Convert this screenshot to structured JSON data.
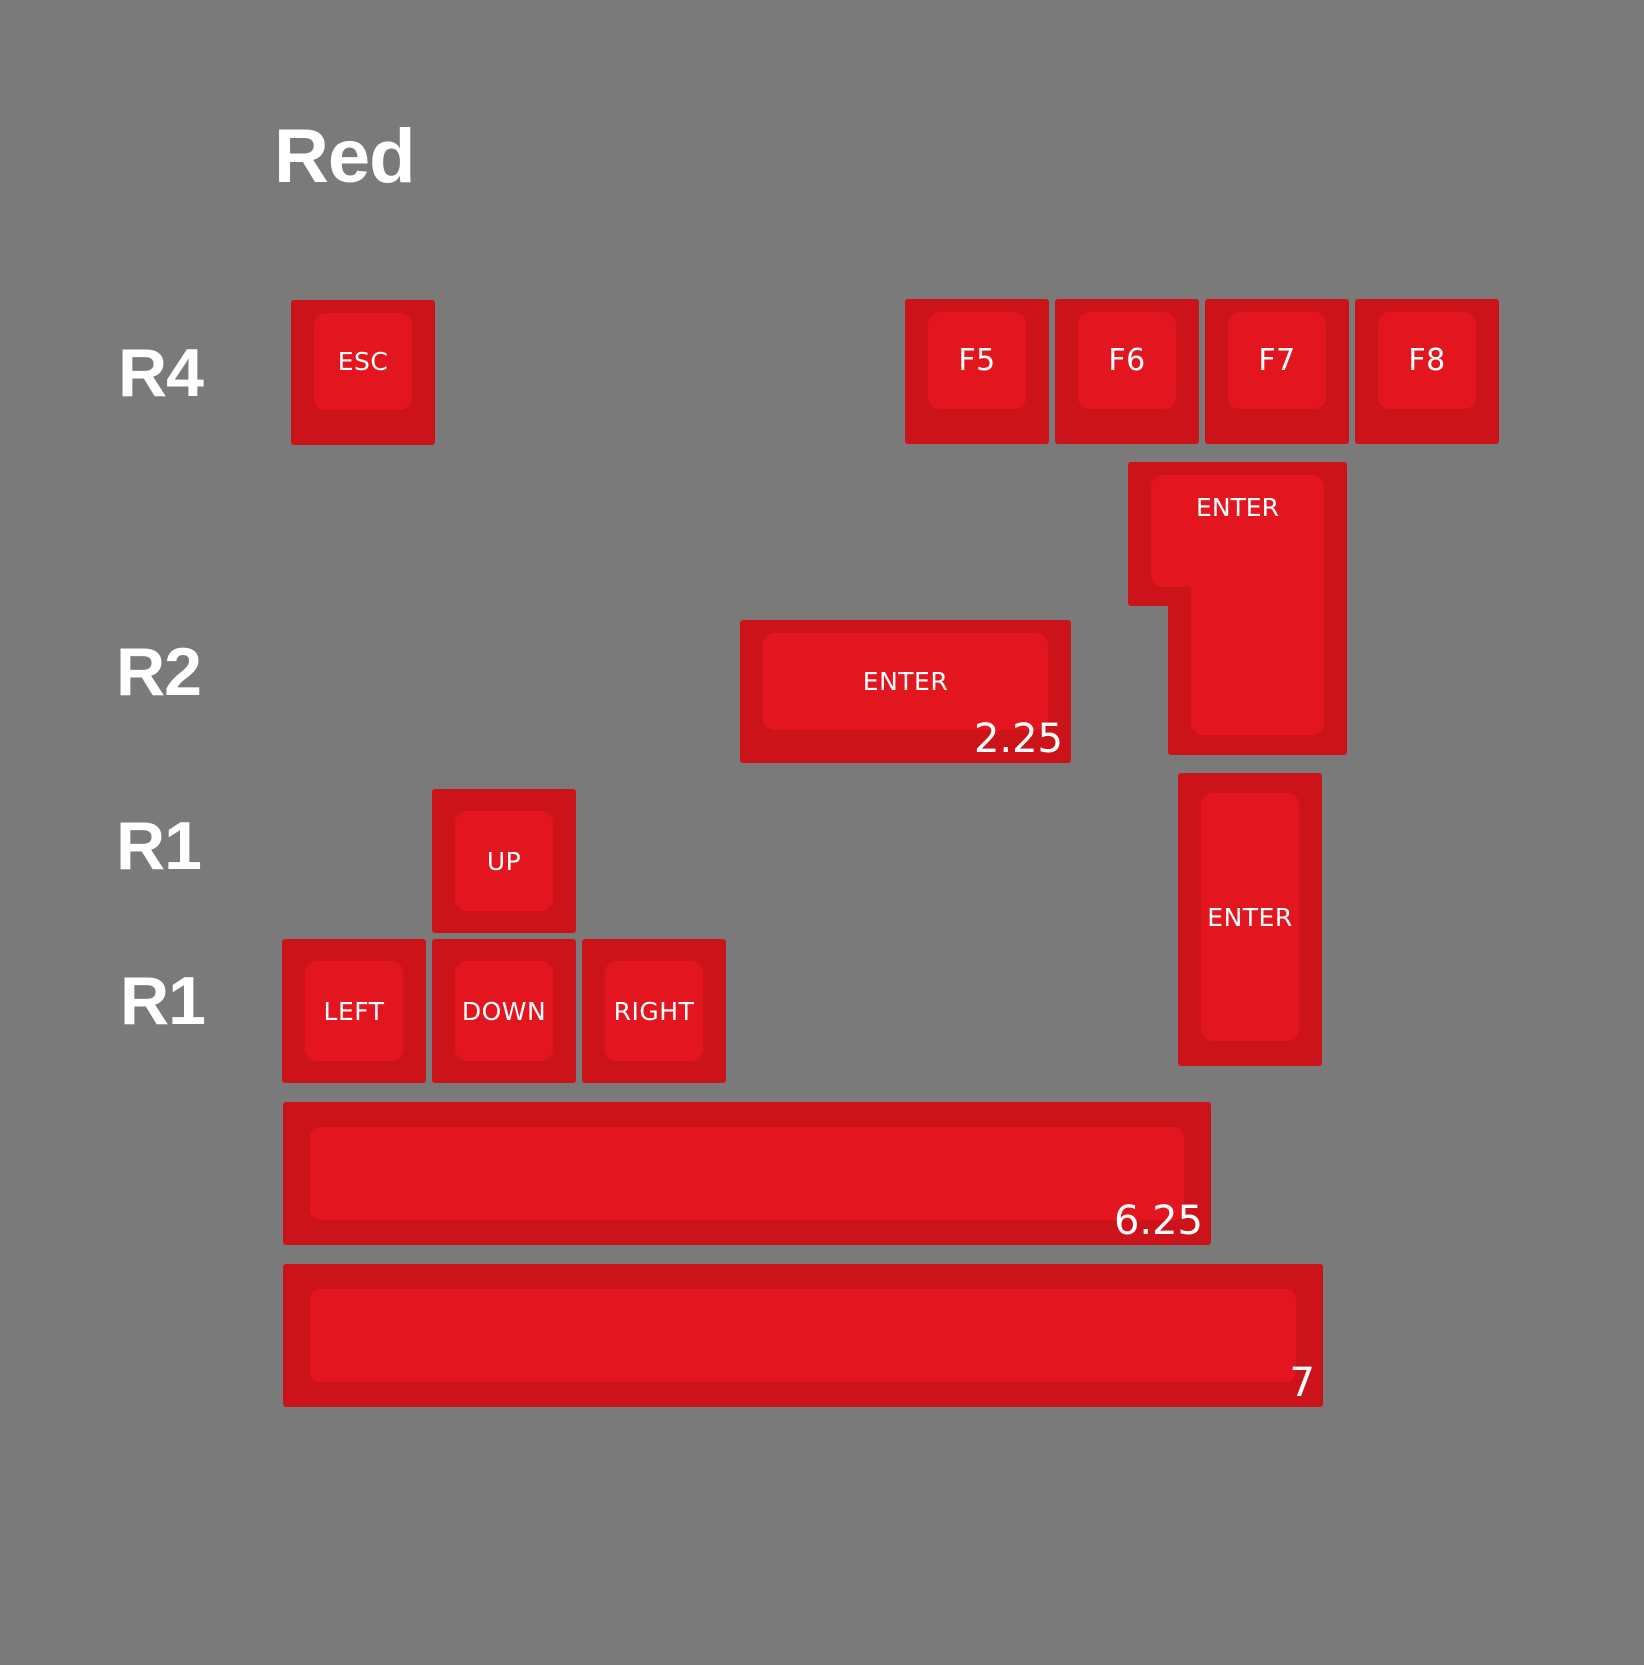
{
  "title": "Red",
  "colors": {
    "background": "#7a7a7a",
    "keycap_side": "#cd131a",
    "keycap_top": "#e31620",
    "legend": "#ffffff"
  },
  "row_labels": [
    {
      "id": "r4",
      "text": "R4"
    },
    {
      "id": "r2",
      "text": "R2"
    },
    {
      "id": "r1a",
      "text": "R1"
    },
    {
      "id": "r1b",
      "text": "R1"
    }
  ],
  "keys": {
    "esc": {
      "legend": "ESC",
      "row": "R4",
      "size": "1u"
    },
    "f5": {
      "legend": "F5",
      "row": "R4",
      "size": "1u"
    },
    "f6": {
      "legend": "F6",
      "row": "R4",
      "size": "1u"
    },
    "f7": {
      "legend": "F7",
      "row": "R4",
      "size": "1u"
    },
    "f8": {
      "legend": "F8",
      "row": "R4",
      "size": "1u"
    },
    "iso_enter": {
      "legend": "ENTER",
      "size": "ISO"
    },
    "enter_225": {
      "legend": "ENTER",
      "row": "R2",
      "size_label": "2.25"
    },
    "enter_vertical": {
      "legend": "ENTER",
      "size": "2u vertical"
    },
    "up": {
      "legend": "UP",
      "row": "R1",
      "size": "1u"
    },
    "left": {
      "legend": "LEFT",
      "row": "R1",
      "size": "1u"
    },
    "down": {
      "legend": "DOWN",
      "row": "R1",
      "size": "1u"
    },
    "right": {
      "legend": "RIGHT",
      "row": "R1",
      "size": "1u"
    },
    "space_625": {
      "legend": "",
      "size_label": "6.25"
    },
    "space_7": {
      "legend": "",
      "size_label": "7"
    }
  }
}
